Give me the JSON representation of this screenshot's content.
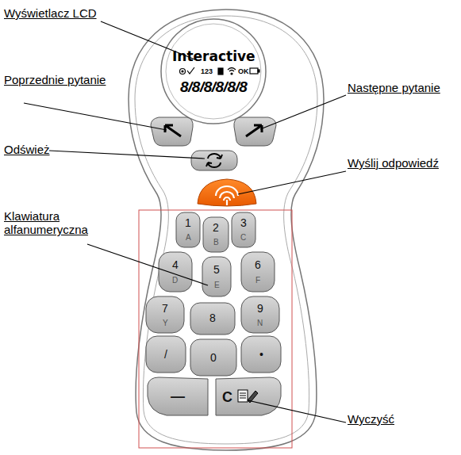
{
  "diagram": {
    "labels": [
      "Wyświetlacz LCD",
      "Poprzednie pytanie",
      "Odśwież",
      "Klawiatura alfanumeryczna",
      "Następne pytanie",
      "Wyślij odpowiedź",
      "Wyczyść",
      "Interactive",
      "123",
      "OK",
      "8/8/8/8/8/8",
      "1",
      "A",
      "2",
      "B",
      "3",
      "C",
      "4",
      "D",
      "5",
      "E",
      "6",
      "F",
      "7",
      "Y",
      "8",
      "9",
      "N",
      "/",
      "0",
      "•",
      "—",
      "C"
    ]
  }
}
